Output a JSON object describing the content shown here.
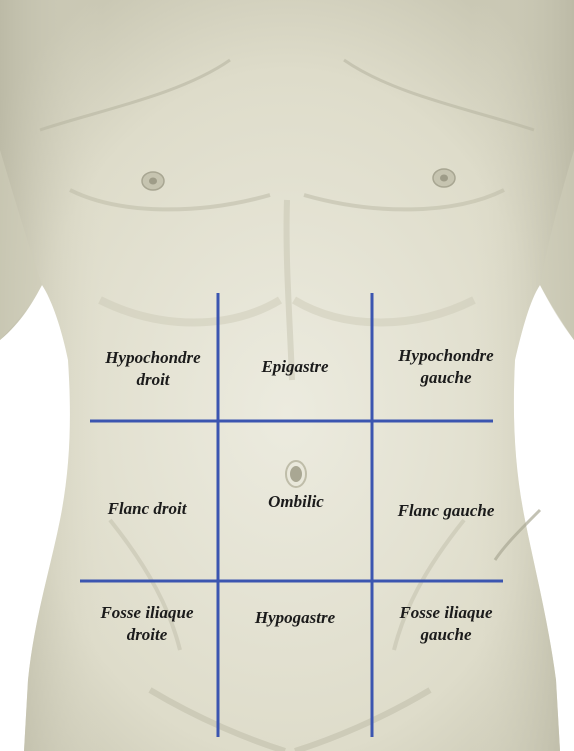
{
  "diagram": {
    "regions": [
      {
        "id": "hypochondre-droit",
        "lines": [
          "Hypochondre",
          "droit"
        ]
      },
      {
        "id": "epigastre",
        "lines": [
          "Epigastre"
        ]
      },
      {
        "id": "hypochondre-gauche",
        "lines": [
          "Hypochondre",
          "gauche"
        ]
      },
      {
        "id": "flanc-droit",
        "lines": [
          "Flanc droit"
        ]
      },
      {
        "id": "ombilic",
        "lines": [
          "Ombilic"
        ]
      },
      {
        "id": "flanc-gauche",
        "lines": [
          "Flanc gauche"
        ]
      },
      {
        "id": "fosse-iliaque-droite",
        "lines": [
          "Fosse iliaque",
          "droite"
        ]
      },
      {
        "id": "hypogastre",
        "lines": [
          "Hypogastre"
        ]
      },
      {
        "id": "fosse-iliaque-gauche",
        "lines": [
          "Fosse iliaque",
          "gauche"
        ]
      }
    ],
    "colors": {
      "grid_line": "#3b55b0",
      "skin": "#e6e6d8",
      "skin_shadow": "#c9c9b8",
      "label": "#1b1b1b"
    }
  }
}
